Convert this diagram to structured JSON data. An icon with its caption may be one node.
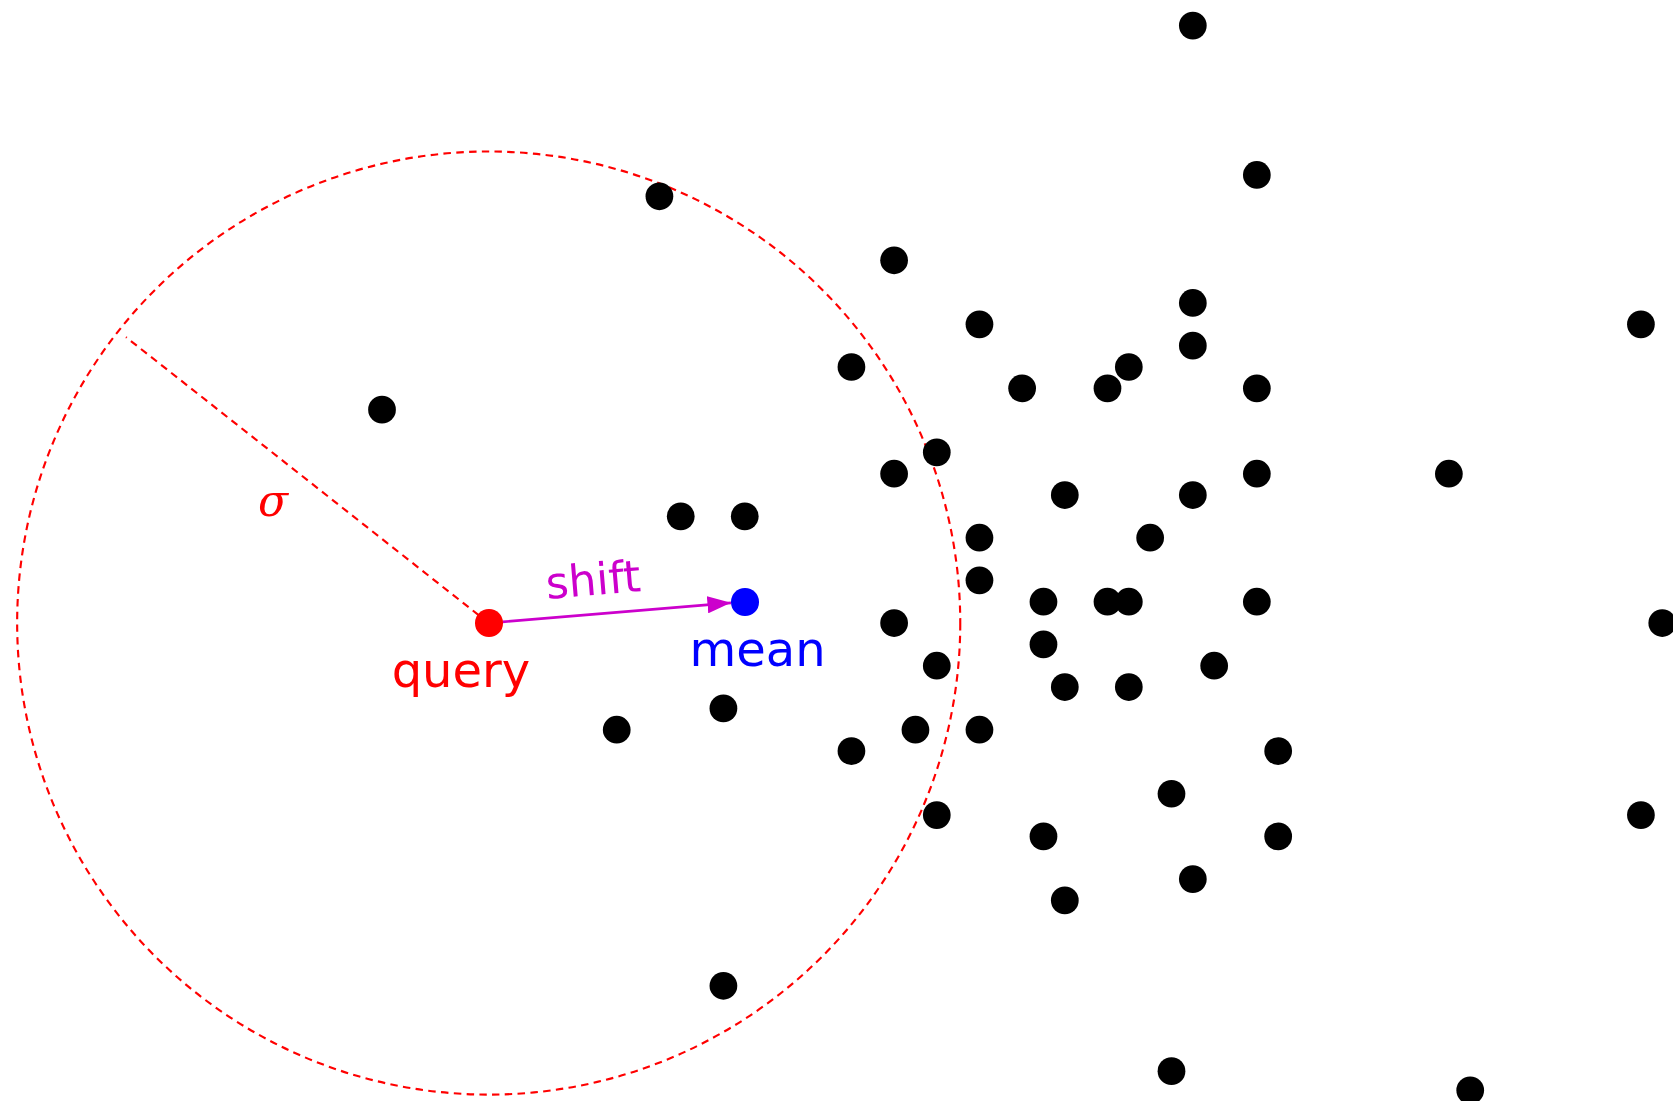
{
  "diagram": {
    "nodes": [
      {
        "text": [],
        "shape": "circle",
        "beside": [
          "query"
        ]
      },
      {
        "text": [],
        "shape": "circle",
        "beside": [
          "mean"
        ]
      }
    ],
    "edges": [
      {
        "from": 0,
        "to": 1,
        "arrow": "to",
        "label": "shift",
        "color": "#cc00cc"
      }
    ],
    "labels": [
      "σ"
    ]
  }
}
